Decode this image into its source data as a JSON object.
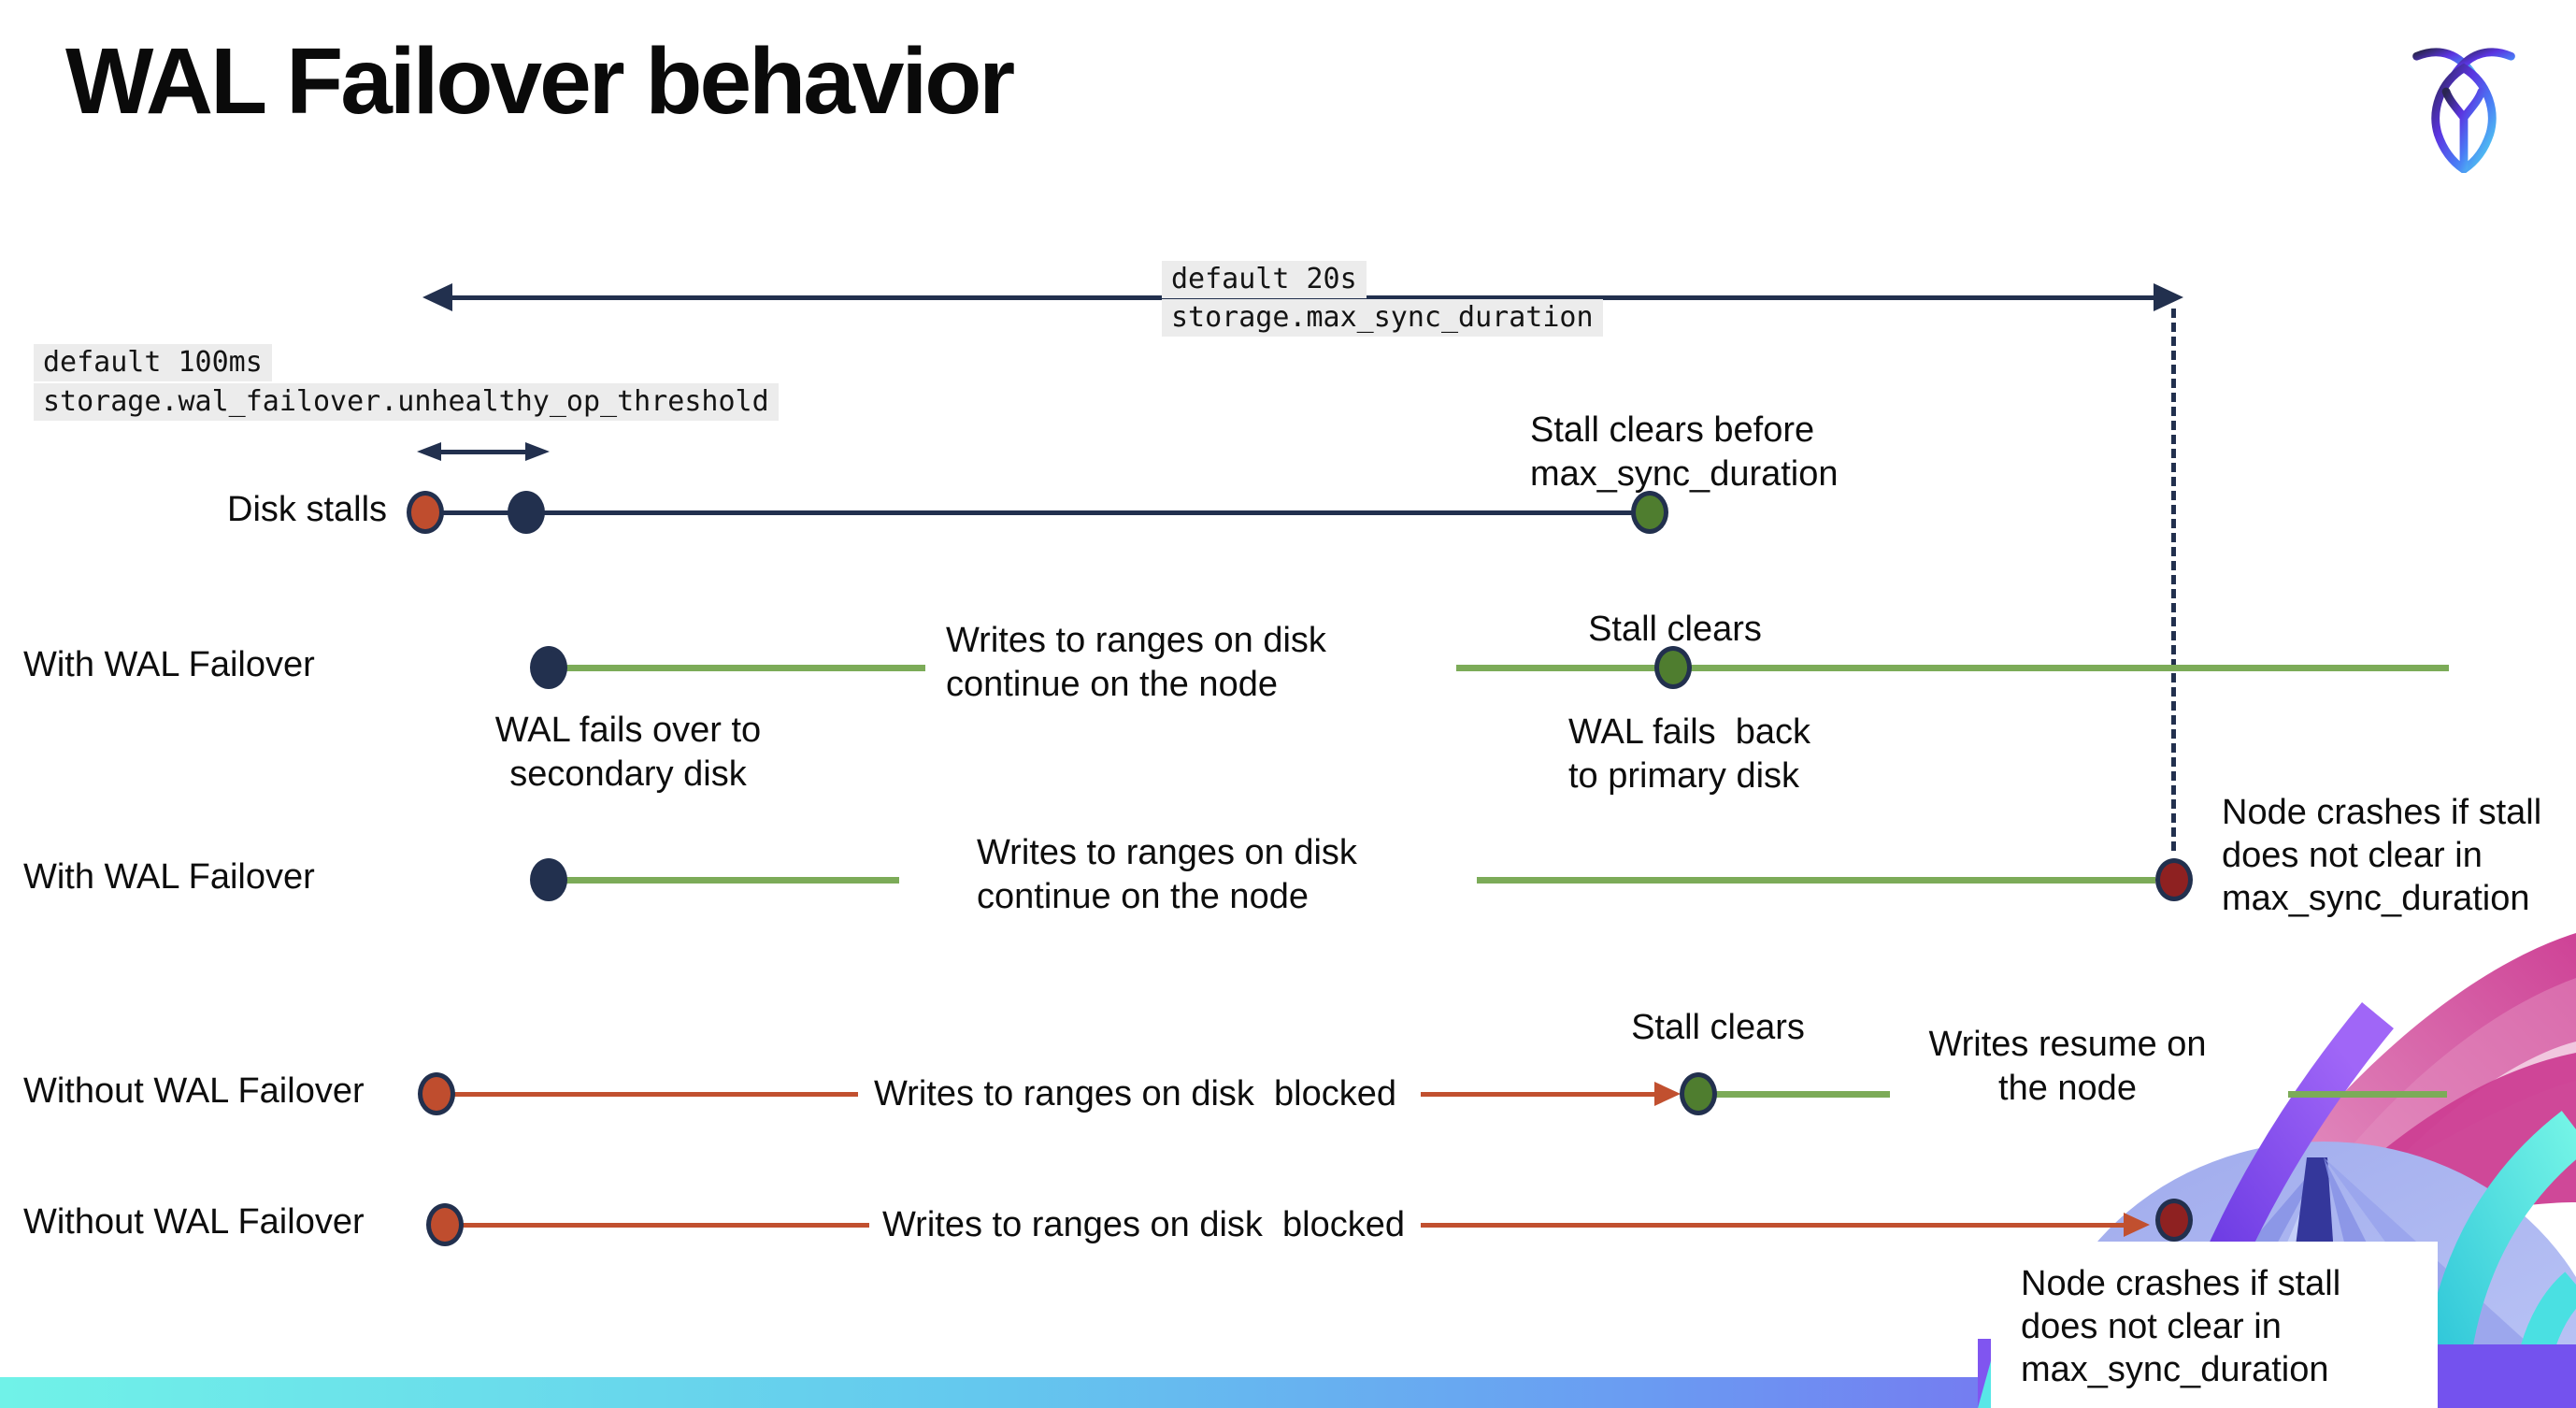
{
  "title": "WAL Failover behavior",
  "logo": {
    "icon": "cockroachdb-logo"
  },
  "colors": {
    "navy": "#22304e",
    "green_line": "#7cab58",
    "green_dot": "#4f7d2f",
    "red_line": "#c1502f",
    "red_dot": "#bf4d2e",
    "dark_red_dot": "#8e2121",
    "code_label_bg": "#ececec",
    "footer_gradient": [
      "#70f2e8",
      "#6a9bf2",
      "#8a4df0"
    ]
  },
  "settings_labels": {
    "max_sync_duration": {
      "default": "default 20s",
      "name": "storage.max_sync_duration"
    },
    "unhealthy_op_threshold": {
      "default": "default 100ms",
      "name": "storage.wal_failover.unhealthy_op_threshold"
    }
  },
  "row_labels": {
    "disk_stalls": "Disk stalls",
    "with_wal_failover_1": "With WAL Failover",
    "with_wal_failover_2": "With WAL Failover",
    "without_wal_failover_1": "Without WAL Failover",
    "without_wal_failover_2": "Without WAL Failover"
  },
  "annotations": {
    "stall_clears_before": "Stall clears before\nmax_sync_duration",
    "stall_clears_mid": "Stall clears",
    "wal_fails_over": "WAL fails over to\nsecondary disk",
    "wal_fails_back": "WAL fails  back\nto primary disk",
    "writes_continue_row2": "Writes to ranges on disk\ncontinue on the node",
    "writes_continue_row3": "Writes to ranges on disk\ncontinue on the node",
    "node_crashes_row3": "Node crashes if stall\ndoes not clear in\nmax_sync_duration",
    "writes_blocked_row4": "Writes to ranges on disk  blocked",
    "stall_clears_row4": "Stall clears",
    "writes_resume": "Writes resume on\nthe node",
    "writes_blocked_row5": "Writes to ranges on disk  blocked",
    "node_crashes_row5": "Node crashes if stall\ndoes not clear in\nmax_sync_duration"
  }
}
